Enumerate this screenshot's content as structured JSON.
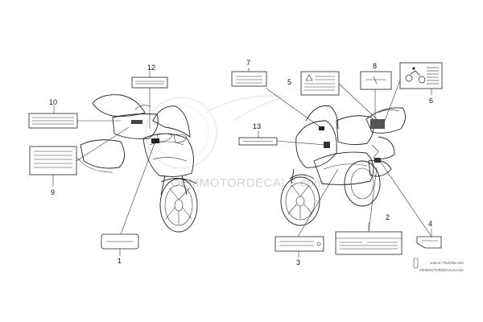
{
  "callouts": {
    "c1": "1",
    "c2": "2",
    "c3": "3",
    "c4": "4",
    "c5": "5",
    "c6": "6",
    "c7": "7",
    "c8": "8",
    "c9": "9",
    "c10": "10",
    "c11": "",
    "c12": "12",
    "c13": "13"
  },
  "watermark": {
    "main": "OEMMOTORDECALS.com",
    "source_line": "source: Partzilla.com",
    "small_brand": "OEMMOTORDECALS.com"
  },
  "icons": {
    "rider_pictogram": "rider-icon",
    "warning_triangle": "warning-triangle-icon",
    "gear_watermark": "gear-watermark-icon"
  },
  "colors": {
    "line": "#222222",
    "watermark": "#d3d3d3",
    "background": "#ffffff"
  }
}
